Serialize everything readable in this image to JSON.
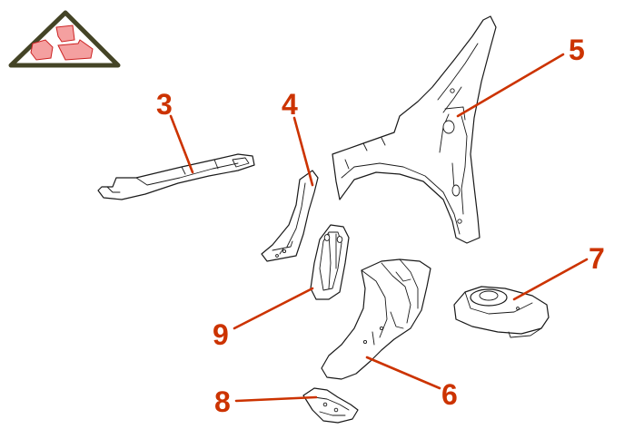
{
  "logo": {
    "icon": "recycle-triangle-icon",
    "border_color": "#444426",
    "fill_color": "#f4a0a0",
    "piece_stroke": "#cc2222"
  },
  "callouts": [
    {
      "id": "3",
      "label": "3",
      "part": "rear-rail"
    },
    {
      "id": "4",
      "label": "4",
      "part": "a-pillar-inner"
    },
    {
      "id": "5",
      "label": "5",
      "part": "front-fender-apron"
    },
    {
      "id": "6",
      "label": "6",
      "part": "wheelhouse-panel"
    },
    {
      "id": "7",
      "label": "7",
      "part": "strut-tower-cap"
    },
    {
      "id": "8",
      "label": "8",
      "part": "lower-bracket"
    },
    {
      "id": "9",
      "label": "9",
      "part": "inner-reinforcement"
    }
  ],
  "accent_color": "#cc3300"
}
